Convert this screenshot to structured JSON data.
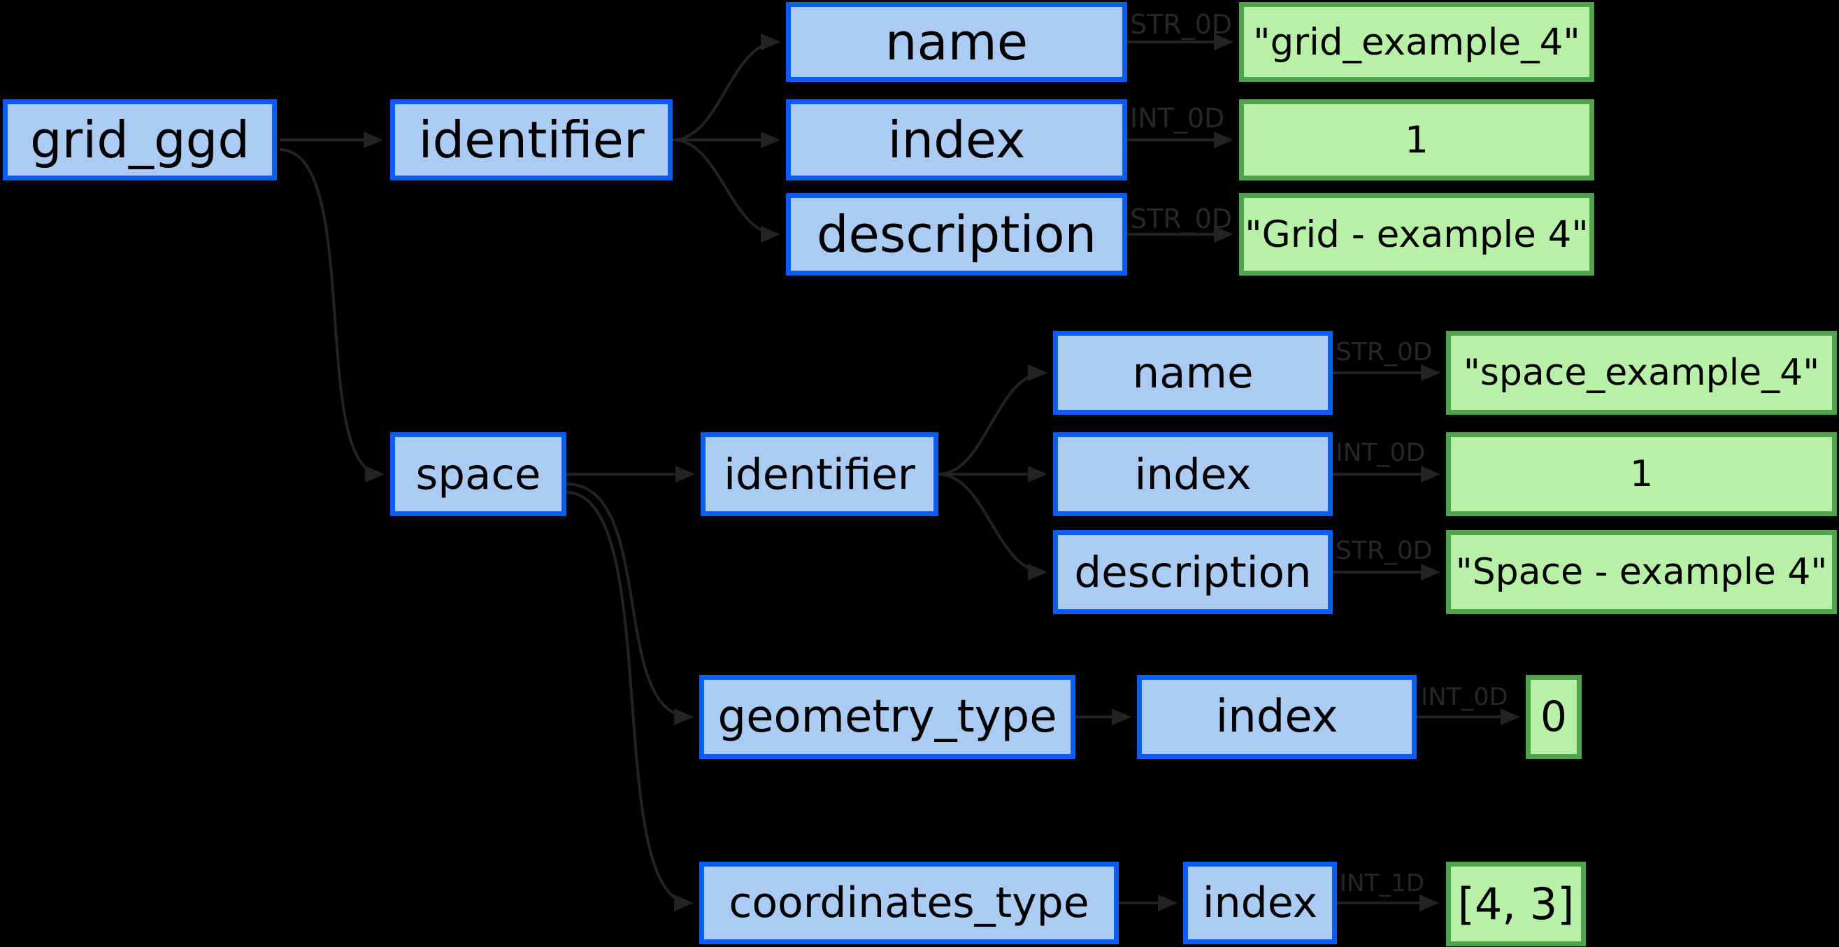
{
  "diagram": {
    "background": "#000000",
    "colors": {
      "node_fill": "#abcbf3",
      "node_border": "#0b5ef5",
      "leaf_fill": "#b9f0a8",
      "leaf_border": "#50a44c",
      "dtype_label": "#272727",
      "node_text": "#000000"
    },
    "grid": {
      "root_label": "grid_ggd",
      "identifier": {
        "label": "identifier",
        "rows": [
          {
            "field": "name",
            "dtype": "STR_0D",
            "value": "\"grid_example_4\""
          },
          {
            "field": "index",
            "dtype": "INT_0D",
            "value": "1"
          },
          {
            "field": "description",
            "dtype": "STR_0D",
            "value": "\"Grid - example 4\""
          }
        ]
      },
      "space": {
        "label": "space",
        "identifier": {
          "label": "identifier",
          "rows": [
            {
              "field": "name",
              "dtype": "STR_0D",
              "value": "\"space_example_4\""
            },
            {
              "field": "index",
              "dtype": "INT_0D",
              "value": "1"
            },
            {
              "field": "description",
              "dtype": "STR_0D",
              "value": "\"Space - example 4\""
            }
          ]
        },
        "geometry_type": {
          "label": "geometry_type",
          "field": "index",
          "dtype": "INT_0D",
          "value": "0"
        },
        "coordinates_type": {
          "label": "coordinates_type",
          "field": "index",
          "dtype": "INT_1D",
          "value": "[4, 3]"
        }
      }
    }
  }
}
